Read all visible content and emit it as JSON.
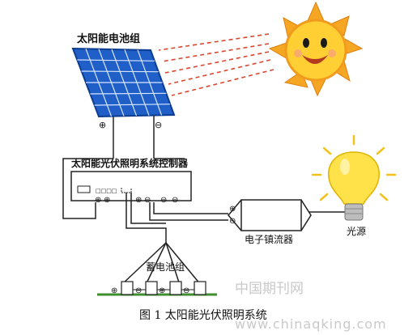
{
  "labels": {
    "solar_panel": "太阳能电池组",
    "controller": "太阳能光伏照明系统控制器",
    "controller_port": "□□□□",
    "ballast": "电子镇流器",
    "lamp": "光源",
    "battery": "蓄电池组"
  },
  "symbols": {
    "plus": "⊕",
    "minus": "⊖"
  },
  "watermark": {
    "chinese": "中国期刊网",
    "url": "www.chinaqking.com"
  },
  "caption": "图 1  太阳能光伏照明系统",
  "colors": {
    "panel_blue": "#1f5fc7",
    "panel_grid": "#d7e6ff",
    "sun_orange": "#f29a1d",
    "sun_face": "#ffd23a",
    "ray_red": "#d9472f",
    "bulb_yellow": "#ffe14a",
    "wire": "#222222"
  }
}
